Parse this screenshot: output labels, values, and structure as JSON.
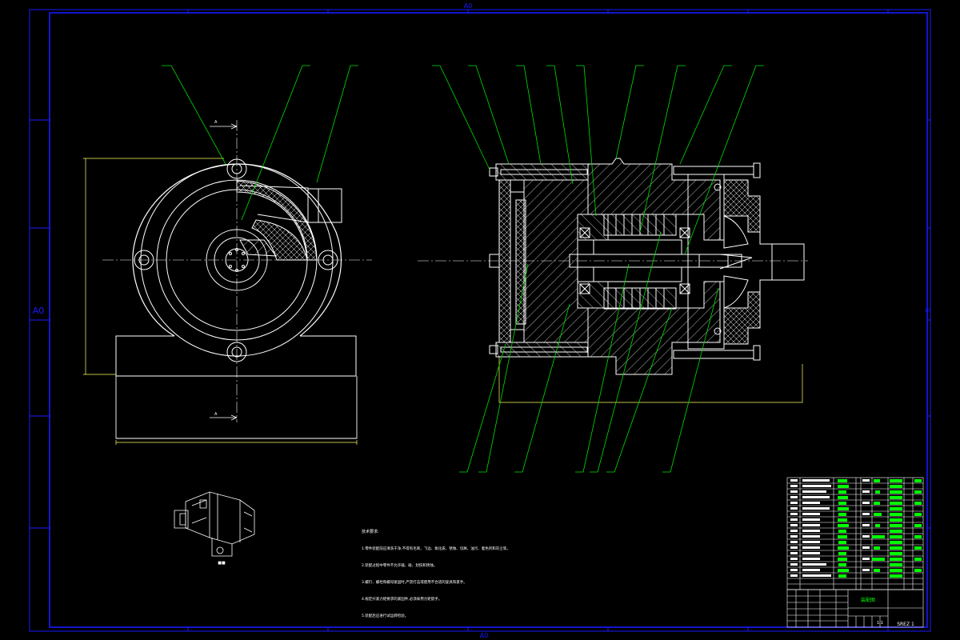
{
  "sheet": {
    "size_label": "A0",
    "colors": {
      "background": "#000000",
      "border": "#1a1aff",
      "outline": "#ffffff",
      "leader": "#00e000",
      "dimension": "#ffff66",
      "centerline": "#ffffff",
      "hatch": "#ffffff",
      "table_green": "#00ff00",
      "table_lines": "#ffffff"
    }
  },
  "front_view": {
    "section_mark": "A"
  },
  "iso_view": {
    "caption": "■■"
  },
  "tech_notes": {
    "title": "技术要求:",
    "lines": [
      "1.零件装配前应清洗干净,不得有毛刺、飞边、氧化皮、锈蚀、切屑、油污、着色剂和灰尘等。",
      "2.装配过程中零件不允许磕、碰、划伤和锈蚀。",
      "3.螺钉、螺栓和螺母紧固时,严禁打击或使用不合适的旋具和扳手。",
      "4.规定拧紧力矩要求的紧固件,必须采用力矩扳手。",
      "5.装配后应进行试运转检验。"
    ]
  },
  "title_block": {
    "title": "装配图",
    "drawing_no": "SREZ 1",
    "sheet_label": "1:1"
  }
}
